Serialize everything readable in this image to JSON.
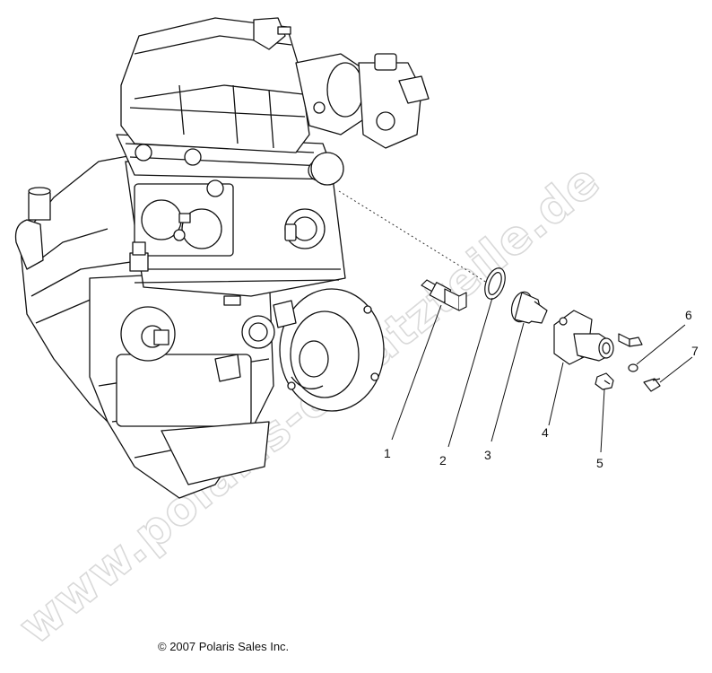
{
  "watermark": "www.polaris-ersatzteile.de",
  "copyright": "© 2007 Polaris Sales Inc.",
  "callouts": [
    {
      "id": "1",
      "label": "1"
    },
    {
      "id": "2",
      "label": "2"
    },
    {
      "id": "3",
      "label": "3"
    },
    {
      "id": "4",
      "label": "4"
    },
    {
      "id": "5",
      "label": "5"
    },
    {
      "id": "6",
      "label": "6"
    },
    {
      "id": "7",
      "label": "7"
    }
  ]
}
